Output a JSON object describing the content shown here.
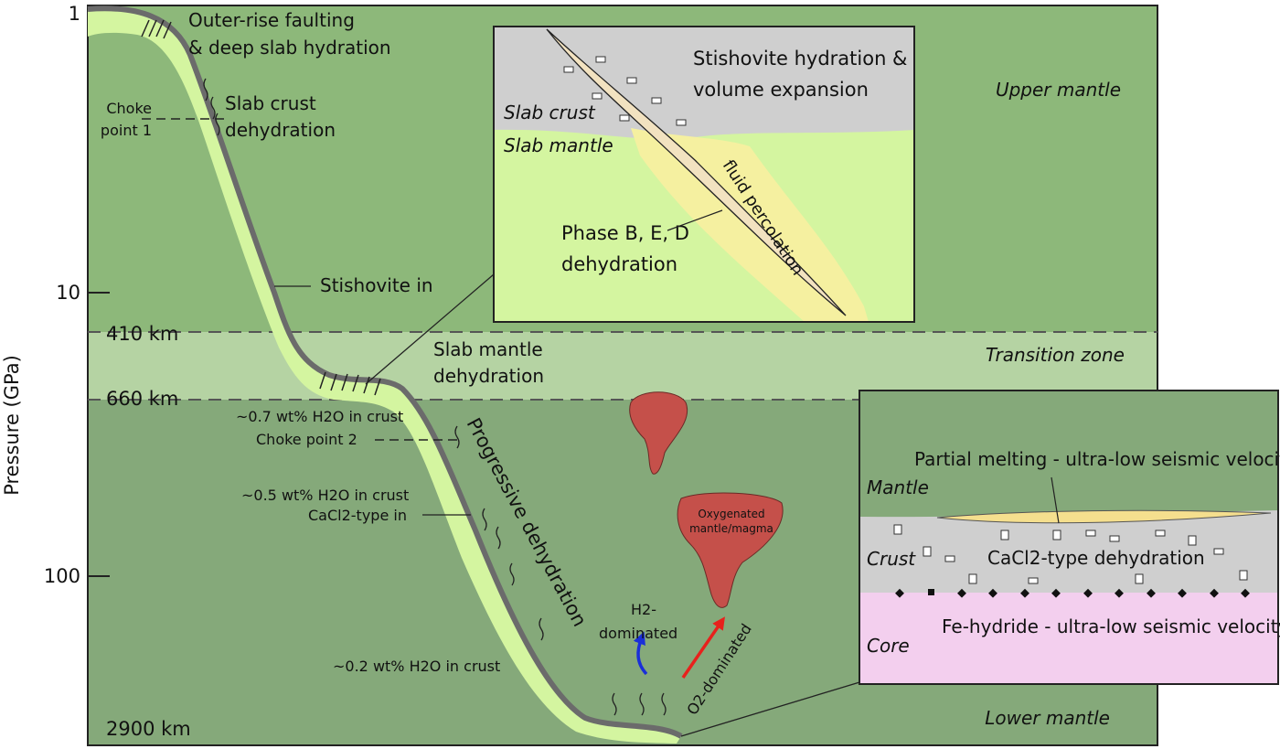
{
  "axis": {
    "ylabel": "Pressure (GPa)",
    "ticks": [
      "1",
      "10",
      "100"
    ]
  },
  "depths": {
    "d410": "410 km",
    "d660": "660 km",
    "d2900": "2900 km"
  },
  "zones": {
    "upper": "Upper mantle",
    "transition": "Transition zone",
    "lower": "Lower mantle"
  },
  "labels": {
    "outer_rise_1": "Outer-rise faulting",
    "outer_rise_2": "& deep slab hydration",
    "choke1_1": "Choke",
    "choke1_2": "point 1",
    "crust_dehyd_1": "Slab crust",
    "crust_dehyd_2": "dehydration",
    "stishovite_in": "Stishovite in",
    "mantle_dehyd_1": "Slab mantle",
    "mantle_dehyd_2": "dehydration",
    "water_07": "~0.7 wt% H2O in crust",
    "choke2": "Choke point 2",
    "progressive": "Progressive dehydration",
    "water_05": "~0.5 wt% H2O in crust",
    "cacl2_in": "CaCl2-type in",
    "water_02": "~0.2 wt% H2O in crust",
    "oxy_1": "Oxygenated",
    "oxy_2": "mantle/magma",
    "h2_1": "H2-",
    "h2_2": "dominated",
    "o2": "O2-dominated"
  },
  "inset_top": {
    "stish_1": "Stishovite hydration &",
    "stish_2": "volume expansion",
    "slab_crust": "Slab crust",
    "slab_mantle": "Slab mantle",
    "fluid": "fluid percolation",
    "phase_1": "Phase B, E, D",
    "phase_2": "dehydration"
  },
  "inset_bottom": {
    "partial": "Partial melting - ultra-low seismic velocity",
    "mantle": "Mantle",
    "crust": "Crust",
    "cacl2_dehyd": "CaCl2-type dehydration",
    "fe_hydride": "Fe-hydride - ultra-low seismic velocity",
    "core": "Core"
  },
  "colors": {
    "upper_mantle": "#8db87a",
    "transition_zone": "#b5d3a3",
    "lower_mantle": "#85a97a",
    "slab": "#d4f5a0",
    "slab_edge": "#6b6b6b",
    "plume": "#c5504a",
    "crust_gray": "#cfcfcf",
    "core_pink": "#f3cfee",
    "melt_yellow": "#f5df8e",
    "fluid_yellow": "#f5f0a0",
    "h2_arrow": "#1a2fd8",
    "o2_arrow": "#e8211c"
  }
}
